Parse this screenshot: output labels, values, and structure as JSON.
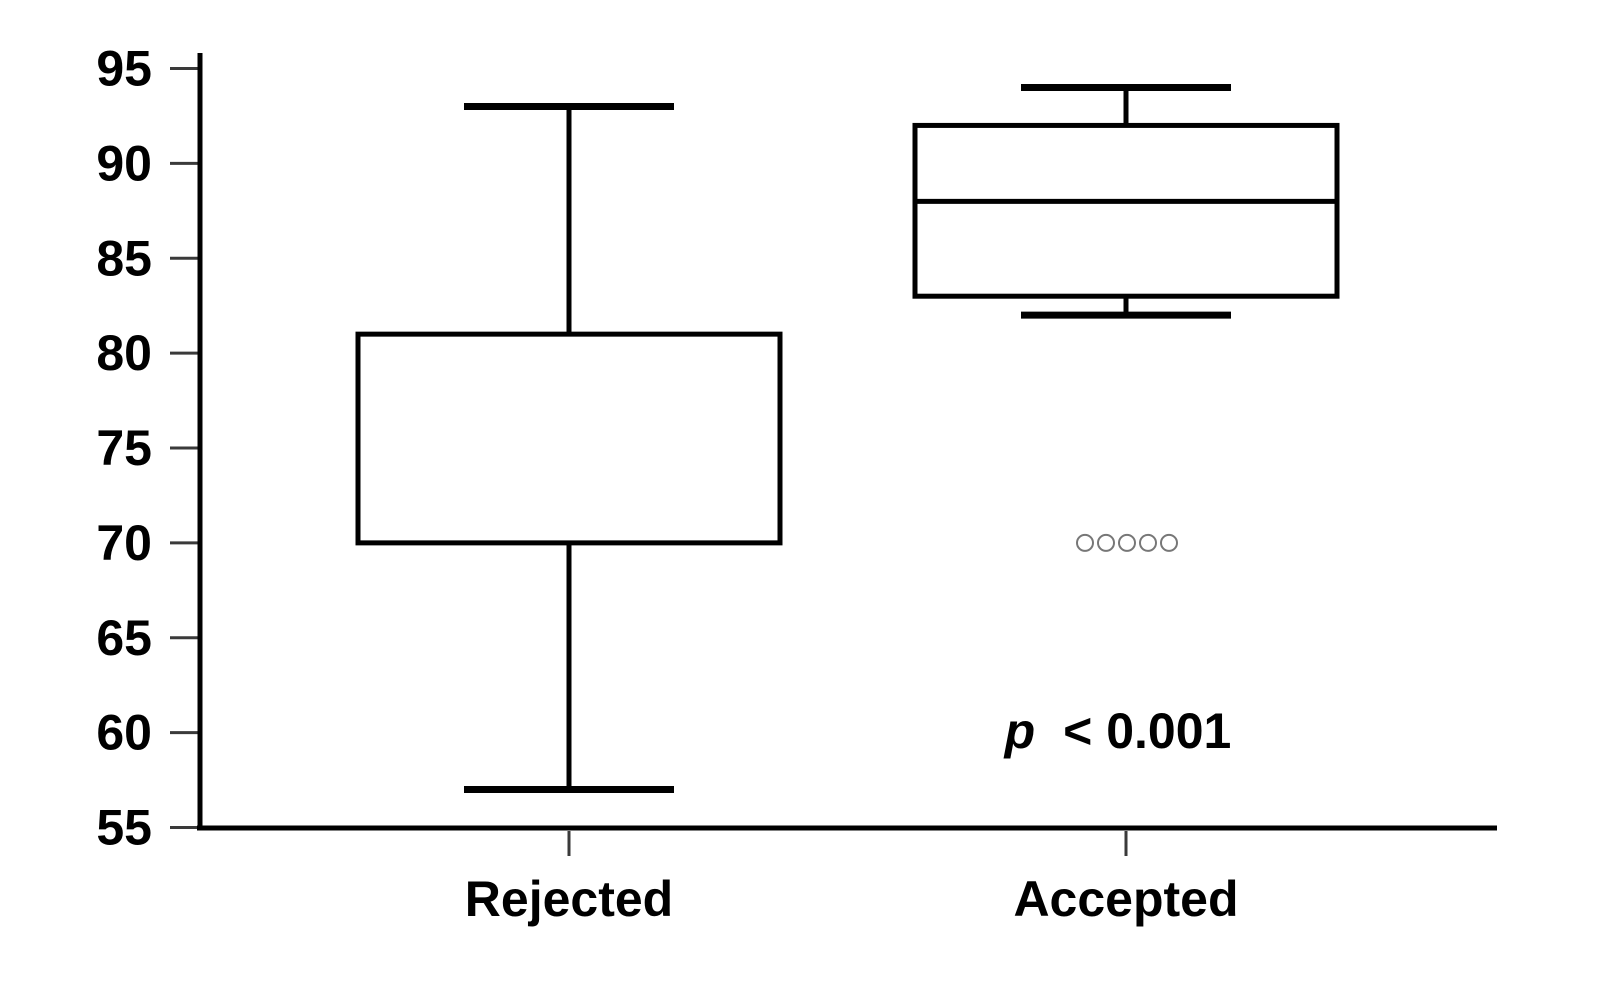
{
  "chart_data": {
    "type": "boxplot",
    "title": "",
    "xlabel": "",
    "ylabel": "",
    "grid": false,
    "ylim": [
      55,
      95
    ],
    "yticks": [
      55,
      60,
      65,
      70,
      75,
      80,
      85,
      90,
      95
    ],
    "categories": [
      "Rejected",
      "Accepted"
    ],
    "series": [
      {
        "category": "Rejected",
        "whisker_low": 57,
        "q1": 70,
        "median": null,
        "q3": 81,
        "whisker_high": 93,
        "outliers": []
      },
      {
        "category": "Accepted",
        "whisker_low": 82,
        "q1": 83,
        "median": 88,
        "q3": 92,
        "whisker_high": 94,
        "outliers": [
          70,
          70,
          70,
          70,
          70
        ]
      }
    ],
    "annotation": "p < 0.001",
    "annotation_parts": {
      "italic": "p",
      "rest": "< 0.001"
    }
  },
  "colors": {
    "background": "#ffffff",
    "line": "#000000",
    "box_fill": "#ffffff",
    "tick": "#3a3a3a",
    "outlier": "#777777"
  }
}
